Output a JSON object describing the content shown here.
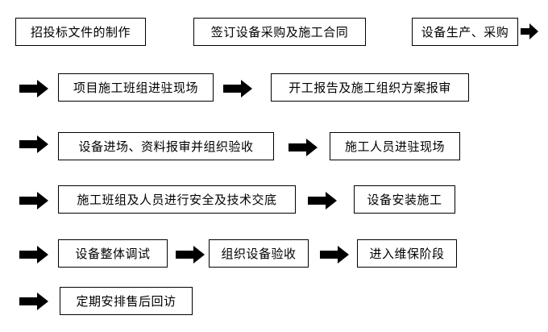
{
  "steps": [
    {
      "label": "招投标文件的制作"
    },
    {
      "label": "签订设备采购及施工合同"
    },
    {
      "label": "设备生产、采购"
    },
    {
      "label": "项目施工班组进驻现场"
    },
    {
      "label": "开工报告及施工组织方案报审"
    },
    {
      "label": "设备进场、资料报审并组织验收"
    },
    {
      "label": "施工人员进驻现场"
    },
    {
      "label": "施工班组及人员进行安全及技术交底"
    },
    {
      "label": "设备安装施工"
    },
    {
      "label": "设备整体调试"
    },
    {
      "label": "组织设备验收"
    },
    {
      "label": "进入维保阶段"
    },
    {
      "label": "定期安排售后回访"
    }
  ],
  "colors": {
    "border": "#000000",
    "arrow": "#000000",
    "background": "#ffffff"
  }
}
